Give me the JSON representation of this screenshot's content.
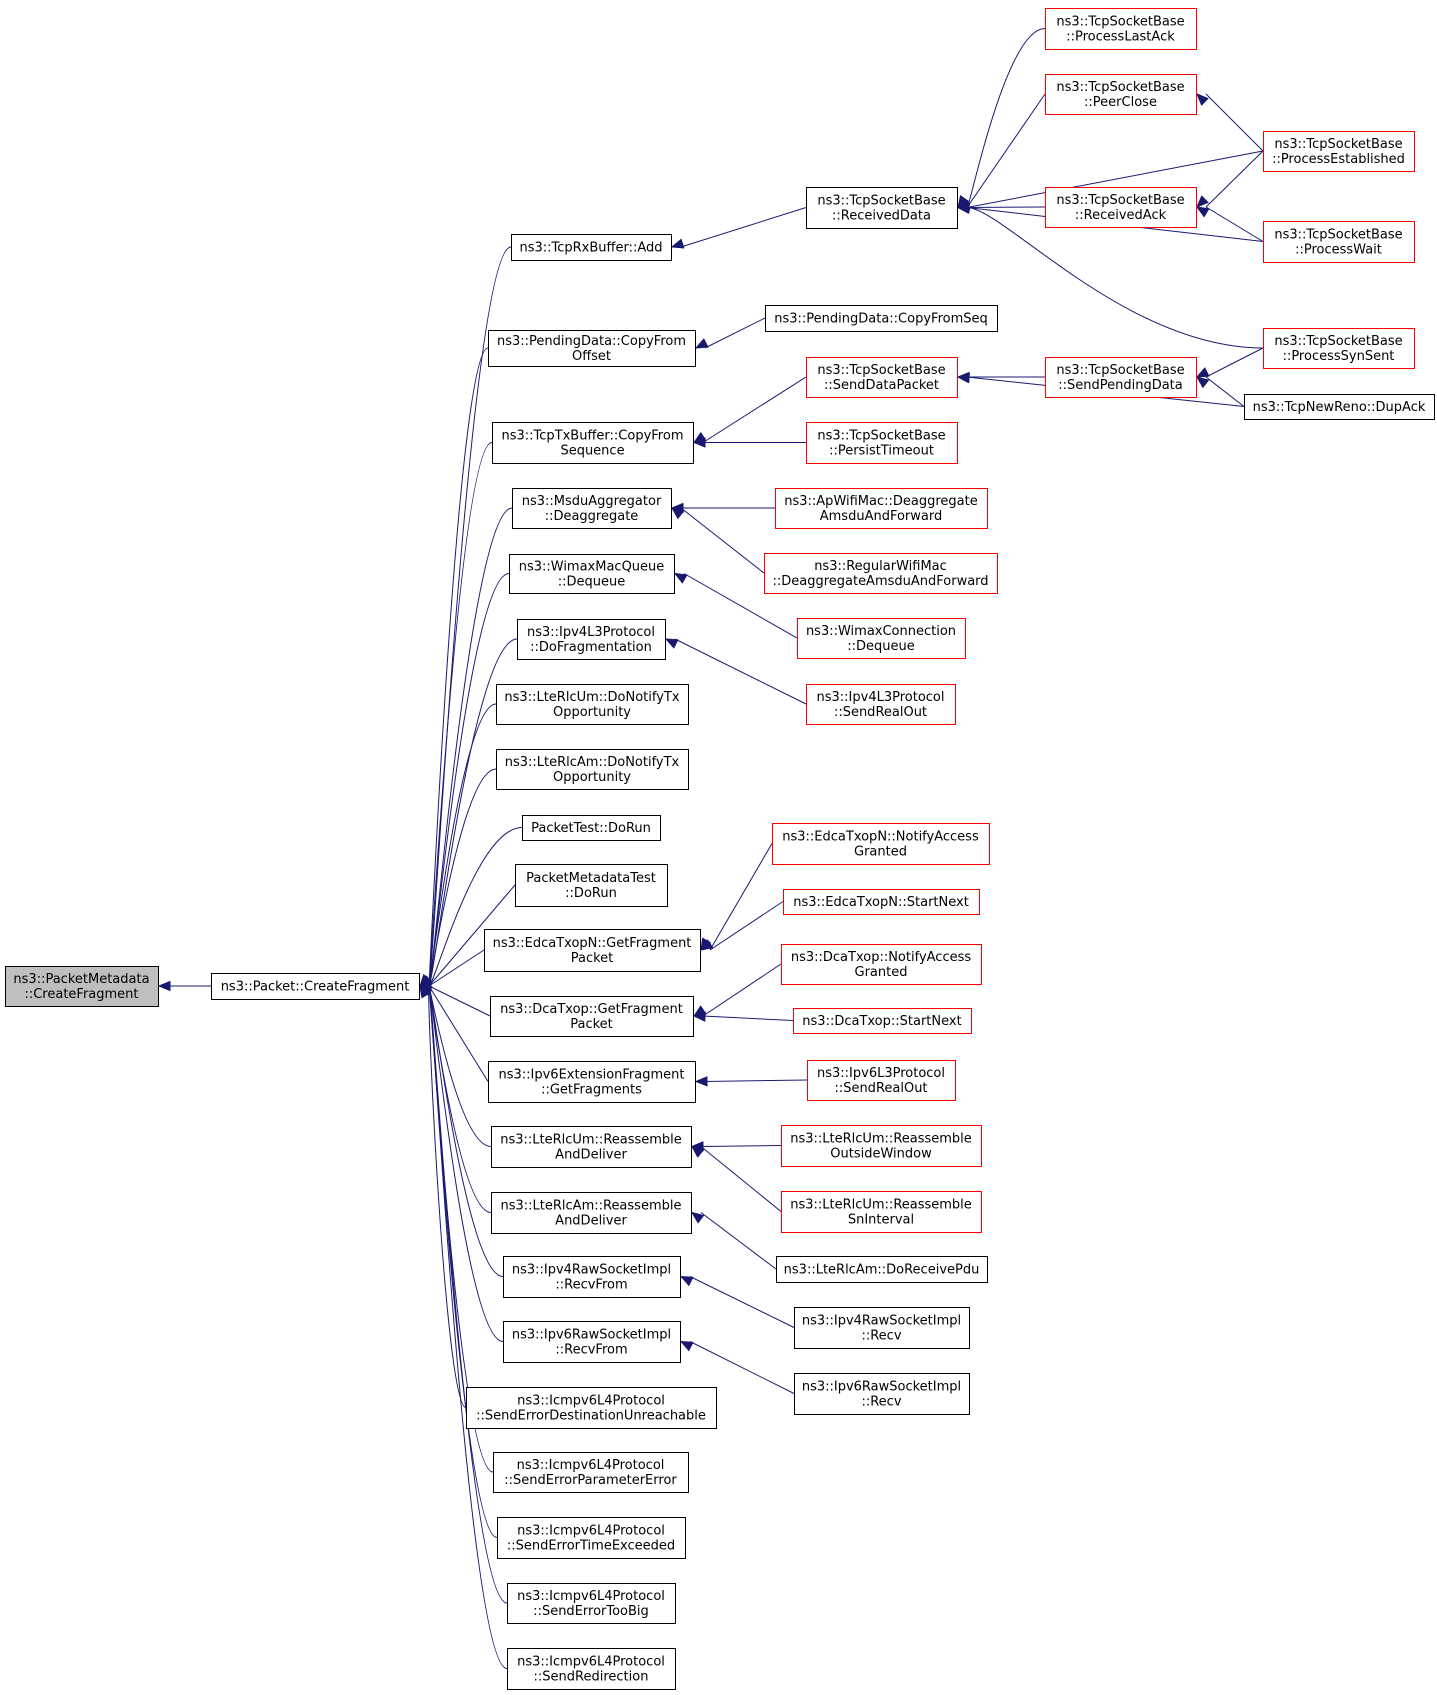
{
  "graph": {
    "title": "",
    "colors": {
      "edge": "#191970",
      "black_border": "#000000",
      "red_border": "#ff0000",
      "root_fill": "#bfbfbf"
    },
    "nodes": [
      {
        "id": "root",
        "lines": [
          "ns3::PacketMetadata",
          "::CreateFragment"
        ],
        "border": "black",
        "root": true
      },
      {
        "id": "pcf",
        "lines": [
          "ns3::Packet::CreateFragment"
        ],
        "border": "black"
      },
      {
        "id": "rxadd",
        "lines": [
          "ns3::TcpRxBuffer::Add"
        ],
        "border": "black"
      },
      {
        "id": "pdcopy",
        "lines": [
          "ns3::PendingData::CopyFrom",
          "Offset"
        ],
        "border": "black"
      },
      {
        "id": "txcopy",
        "lines": [
          "ns3::TcpTxBuffer::CopyFrom",
          "Sequence"
        ],
        "border": "black"
      },
      {
        "id": "msdu",
        "lines": [
          "ns3::MsduAggregator",
          "::Deaggregate"
        ],
        "border": "black"
      },
      {
        "id": "wimaxq",
        "lines": [
          "ns3::WimaxMacQueue",
          "::Dequeue"
        ],
        "border": "black"
      },
      {
        "id": "ipv4frag",
        "lines": [
          "ns3::Ipv4L3Protocol",
          "::DoFragmentation"
        ],
        "border": "black"
      },
      {
        "id": "rlcumtx",
        "lines": [
          "ns3::LteRlcUm::DoNotifyTx",
          "Opportunity"
        ],
        "border": "black"
      },
      {
        "id": "rlcamtx",
        "lines": [
          "ns3::LteRlcAm::DoNotifyTx",
          "Opportunity"
        ],
        "border": "black"
      },
      {
        "id": "ptest",
        "lines": [
          "PacketTest::DoRun"
        ],
        "border": "black"
      },
      {
        "id": "pmtest",
        "lines": [
          "PacketMetadataTest",
          "::DoRun"
        ],
        "border": "black"
      },
      {
        "id": "edcafrag",
        "lines": [
          "ns3::EdcaTxopN::GetFragment",
          "Packet"
        ],
        "border": "black"
      },
      {
        "id": "dcafrag",
        "lines": [
          "ns3::DcaTxop::GetFragment",
          "Packet"
        ],
        "border": "black"
      },
      {
        "id": "ipv6extfrag",
        "lines": [
          "ns3::Ipv6ExtensionFragment",
          "::GetFragments"
        ],
        "border": "black"
      },
      {
        "id": "rlcumreas",
        "lines": [
          "ns3::LteRlcUm::Reassemble",
          "AndDeliver"
        ],
        "border": "black"
      },
      {
        "id": "rlcamreas",
        "lines": [
          "ns3::LteRlcAm::Reassemble",
          "AndDeliver"
        ],
        "border": "black"
      },
      {
        "id": "ipv4rawrf",
        "lines": [
          "ns3::Ipv4RawSocketImpl",
          "::RecvFrom"
        ],
        "border": "black"
      },
      {
        "id": "ipv6rawrf",
        "lines": [
          "ns3::Ipv6RawSocketImpl",
          "::RecvFrom"
        ],
        "border": "black"
      },
      {
        "id": "icmpdest",
        "lines": [
          "ns3::Icmpv6L4Protocol",
          "::SendErrorDestinationUnreachable"
        ],
        "border": "black"
      },
      {
        "id": "icmpparam",
        "lines": [
          "ns3::Icmpv6L4Protocol",
          "::SendErrorParameterError"
        ],
        "border": "black"
      },
      {
        "id": "icmptime",
        "lines": [
          "ns3::Icmpv6L4Protocol",
          "::SendErrorTimeExceeded"
        ],
        "border": "black"
      },
      {
        "id": "icmpbig",
        "lines": [
          "ns3::Icmpv6L4Protocol",
          "::SendErrorTooBig"
        ],
        "border": "black"
      },
      {
        "id": "icmpredir",
        "lines": [
          "ns3::Icmpv6L4Protocol",
          "::SendRedirection"
        ],
        "border": "black"
      },
      {
        "id": "recvdata",
        "lines": [
          "ns3::TcpSocketBase",
          "::ReceivedData"
        ],
        "border": "black"
      },
      {
        "id": "pdcopyseq",
        "lines": [
          "ns3::PendingData::CopyFromSeq"
        ],
        "border": "black"
      },
      {
        "id": "senddatapkt",
        "lines": [
          "ns3::TcpSocketBase",
          "::SendDataPacket"
        ],
        "border": "red"
      },
      {
        "id": "persist",
        "lines": [
          "ns3::TcpSocketBase",
          "::PersistTimeout"
        ],
        "border": "red"
      },
      {
        "id": "apwifi",
        "lines": [
          "ns3::ApWifiMac::Deaggregate",
          "AmsduAndForward"
        ],
        "border": "red"
      },
      {
        "id": "regwifi",
        "lines": [
          "ns3::RegularWifiMac",
          "::DeaggregateAmsduAndForward"
        ],
        "border": "red"
      },
      {
        "id": "wimaxconn",
        "lines": [
          "ns3::WimaxConnection",
          "::Dequeue"
        ],
        "border": "red"
      },
      {
        "id": "ipv4sendreal",
        "lines": [
          "ns3::Ipv4L3Protocol",
          "::SendRealOut"
        ],
        "border": "red"
      },
      {
        "id": "edcanotify",
        "lines": [
          "ns3::EdcaTxopN::NotifyAccess",
          "Granted"
        ],
        "border": "red"
      },
      {
        "id": "edcastart",
        "lines": [
          "ns3::EdcaTxopN::StartNext"
        ],
        "border": "red"
      },
      {
        "id": "dcanotify",
        "lines": [
          "ns3::DcaTxop::NotifyAccess",
          "Granted"
        ],
        "border": "red"
      },
      {
        "id": "dcastart",
        "lines": [
          "ns3::DcaTxop::StartNext"
        ],
        "border": "red"
      },
      {
        "id": "ipv6sendreal",
        "lines": [
          "ns3::Ipv6L3Protocol",
          "::SendRealOut"
        ],
        "border": "red"
      },
      {
        "id": "rlcumout",
        "lines": [
          "ns3::LteRlcUm::Reassemble",
          "OutsideWindow"
        ],
        "border": "red"
      },
      {
        "id": "rlcumsn",
        "lines": [
          "ns3::LteRlcUm::Reassemble",
          "SnInterval"
        ],
        "border": "red"
      },
      {
        "id": "rlcamrecv",
        "lines": [
          "ns3::LteRlcAm::DoReceivePdu"
        ],
        "border": "black"
      },
      {
        "id": "ipv4rawrecv",
        "lines": [
          "ns3::Ipv4RawSocketImpl",
          "::Recv"
        ],
        "border": "black"
      },
      {
        "id": "ipv6rawrecv",
        "lines": [
          "ns3::Ipv6RawSocketImpl",
          "::Recv"
        ],
        "border": "black"
      },
      {
        "id": "lastack",
        "lines": [
          "ns3::TcpSocketBase",
          "::ProcessLastAck"
        ],
        "border": "red"
      },
      {
        "id": "peerclose",
        "lines": [
          "ns3::TcpSocketBase",
          "::PeerClose"
        ],
        "border": "red"
      },
      {
        "id": "recvack",
        "lines": [
          "ns3::TcpSocketBase",
          "::ReceivedAck"
        ],
        "border": "red"
      },
      {
        "id": "sendpending",
        "lines": [
          "ns3::TcpSocketBase",
          "::SendPendingData"
        ],
        "border": "red"
      },
      {
        "id": "established",
        "lines": [
          "ns3::TcpSocketBase",
          "::ProcessEstablished"
        ],
        "border": "red"
      },
      {
        "id": "waitst",
        "lines": [
          "ns3::TcpSocketBase",
          "::ProcessWait"
        ],
        "border": "red"
      },
      {
        "id": "synsent",
        "lines": [
          "ns3::TcpSocketBase",
          "::ProcessSynSent"
        ],
        "border": "red"
      },
      {
        "id": "dupack",
        "lines": [
          "ns3::TcpNewReno::DupAck"
        ],
        "border": "black"
      }
    ],
    "edges": [
      [
        "pcf",
        "root"
      ],
      [
        "rxadd",
        "pcf"
      ],
      [
        "pdcopy",
        "pcf"
      ],
      [
        "txcopy",
        "pcf"
      ],
      [
        "msdu",
        "pcf"
      ],
      [
        "wimaxq",
        "pcf"
      ],
      [
        "ipv4frag",
        "pcf"
      ],
      [
        "rlcumtx",
        "pcf"
      ],
      [
        "rlcamtx",
        "pcf"
      ],
      [
        "ptest",
        "pcf"
      ],
      [
        "pmtest",
        "pcf"
      ],
      [
        "edcafrag",
        "pcf"
      ],
      [
        "dcafrag",
        "pcf"
      ],
      [
        "ipv6extfrag",
        "pcf"
      ],
      [
        "rlcumreas",
        "pcf"
      ],
      [
        "rlcamreas",
        "pcf"
      ],
      [
        "ipv4rawrf",
        "pcf"
      ],
      [
        "ipv6rawrf",
        "pcf"
      ],
      [
        "icmpdest",
        "pcf"
      ],
      [
        "icmpparam",
        "pcf"
      ],
      [
        "icmptime",
        "pcf"
      ],
      [
        "icmpbig",
        "pcf"
      ],
      [
        "icmpredir",
        "pcf"
      ],
      [
        "recvdata",
        "rxadd"
      ],
      [
        "pdcopyseq",
        "pdcopy"
      ],
      [
        "senddatapkt",
        "txcopy"
      ],
      [
        "persist",
        "txcopy"
      ],
      [
        "apwifi",
        "msdu"
      ],
      [
        "regwifi",
        "msdu"
      ],
      [
        "wimaxconn",
        "wimaxq"
      ],
      [
        "ipv4sendreal",
        "ipv4frag"
      ],
      [
        "edcanotify",
        "edcafrag"
      ],
      [
        "edcastart",
        "edcafrag"
      ],
      [
        "dcanotify",
        "dcafrag"
      ],
      [
        "dcastart",
        "dcafrag"
      ],
      [
        "ipv6sendreal",
        "ipv6extfrag"
      ],
      [
        "rlcumout",
        "rlcumreas"
      ],
      [
        "rlcumsn",
        "rlcumreas"
      ],
      [
        "rlcamrecv",
        "rlcamreas"
      ],
      [
        "ipv4rawrecv",
        "ipv4rawrf"
      ],
      [
        "ipv6rawrecv",
        "ipv6rawrf"
      ],
      [
        "lastack",
        "recvdata"
      ],
      [
        "peerclose",
        "recvdata"
      ],
      [
        "established",
        "recvdata"
      ],
      [
        "recvack",
        "recvdata"
      ],
      [
        "waitst",
        "recvdata"
      ],
      [
        "synsent",
        "recvdata"
      ],
      [
        "sendpending",
        "senddatapkt"
      ],
      [
        "dupack",
        "senddatapkt"
      ],
      [
        "established",
        "peerclose"
      ],
      [
        "established",
        "recvack"
      ],
      [
        "waitst",
        "recvack"
      ],
      [
        "synsent",
        "sendpending"
      ],
      [
        "dupack",
        "sendpending"
      ]
    ]
  }
}
